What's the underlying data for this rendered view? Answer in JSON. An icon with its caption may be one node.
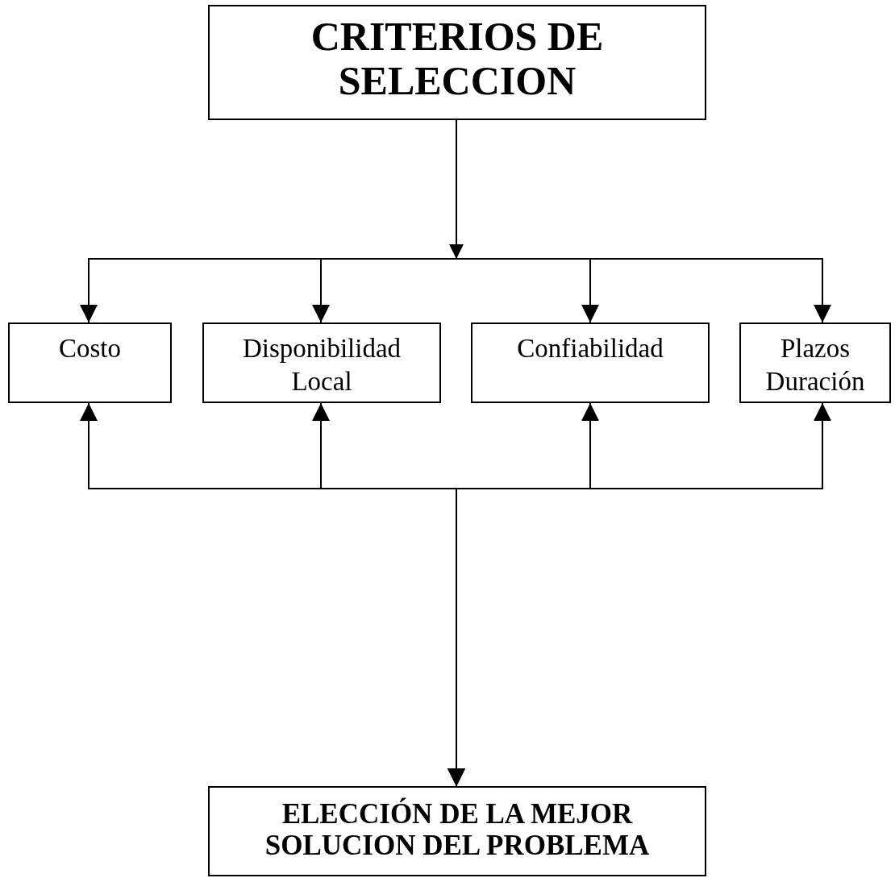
{
  "diagram": {
    "nodes": [
      {
        "text": [
          "CRITERIOS DE SELECCION"
        ]
      },
      {
        "text": [
          "Costo"
        ]
      },
      {
        "text": [
          "Disponibilidad Local"
        ]
      },
      {
        "text": [
          "Confiabilidad"
        ]
      },
      {
        "text": [
          "Plazos Duración"
        ]
      },
      {
        "text": [
          "ELECCIÓN DE LA MEJOR SOLUCION DEL PROBLEMA"
        ]
      }
    ],
    "edges": [
      {
        "from": 0,
        "to": 1,
        "arrow": "to"
      },
      {
        "from": 0,
        "to": 2,
        "arrow": "to"
      },
      {
        "from": 0,
        "to": 3,
        "arrow": "to"
      },
      {
        "from": 0,
        "to": 4,
        "arrow": "to"
      },
      {
        "from": 1,
        "to": 5,
        "arrow": "both"
      },
      {
        "from": 2,
        "to": 5,
        "arrow": "both"
      },
      {
        "from": 3,
        "to": 5,
        "arrow": "both"
      },
      {
        "from": 4,
        "to": 5,
        "arrow": "both"
      }
    ]
  }
}
